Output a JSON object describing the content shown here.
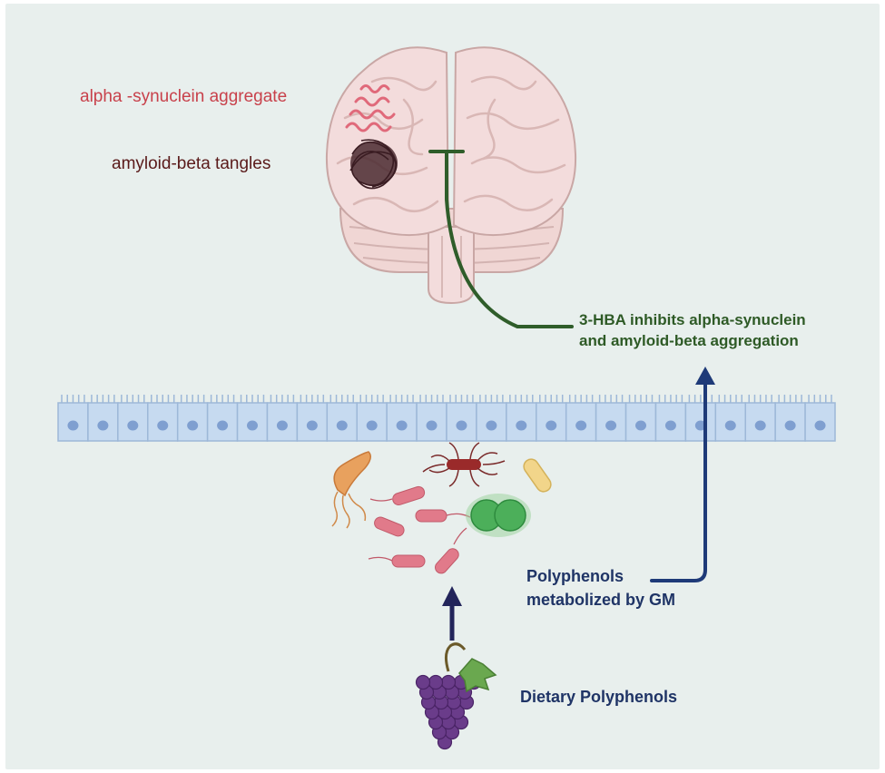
{
  "labels": {
    "alpha_synuclein": "alpha -synuclein aggregate",
    "amyloid_beta": "amyloid-beta tangles",
    "hba_line1": "3-HBA inhibits alpha-synuclein",
    "hba_line2": "and amyloid-beta aggregation",
    "polyphenols_line1": "Polyphenols",
    "polyphenols_line2": "metabolized by GM",
    "dietary": "Dietary Polyphenols"
  },
  "colors": {
    "background": "#e8efed",
    "brain": "#f3dcdc",
    "inhibition_line": "#2f5d2a",
    "gm_arrow": "#1e3a78",
    "diet_arrow": "#22245a",
    "epithelium": "#c6daf0",
    "nucleus": "#7f9fd0",
    "grapes": "#6a3c8a",
    "leaf": "#6aa84f"
  }
}
